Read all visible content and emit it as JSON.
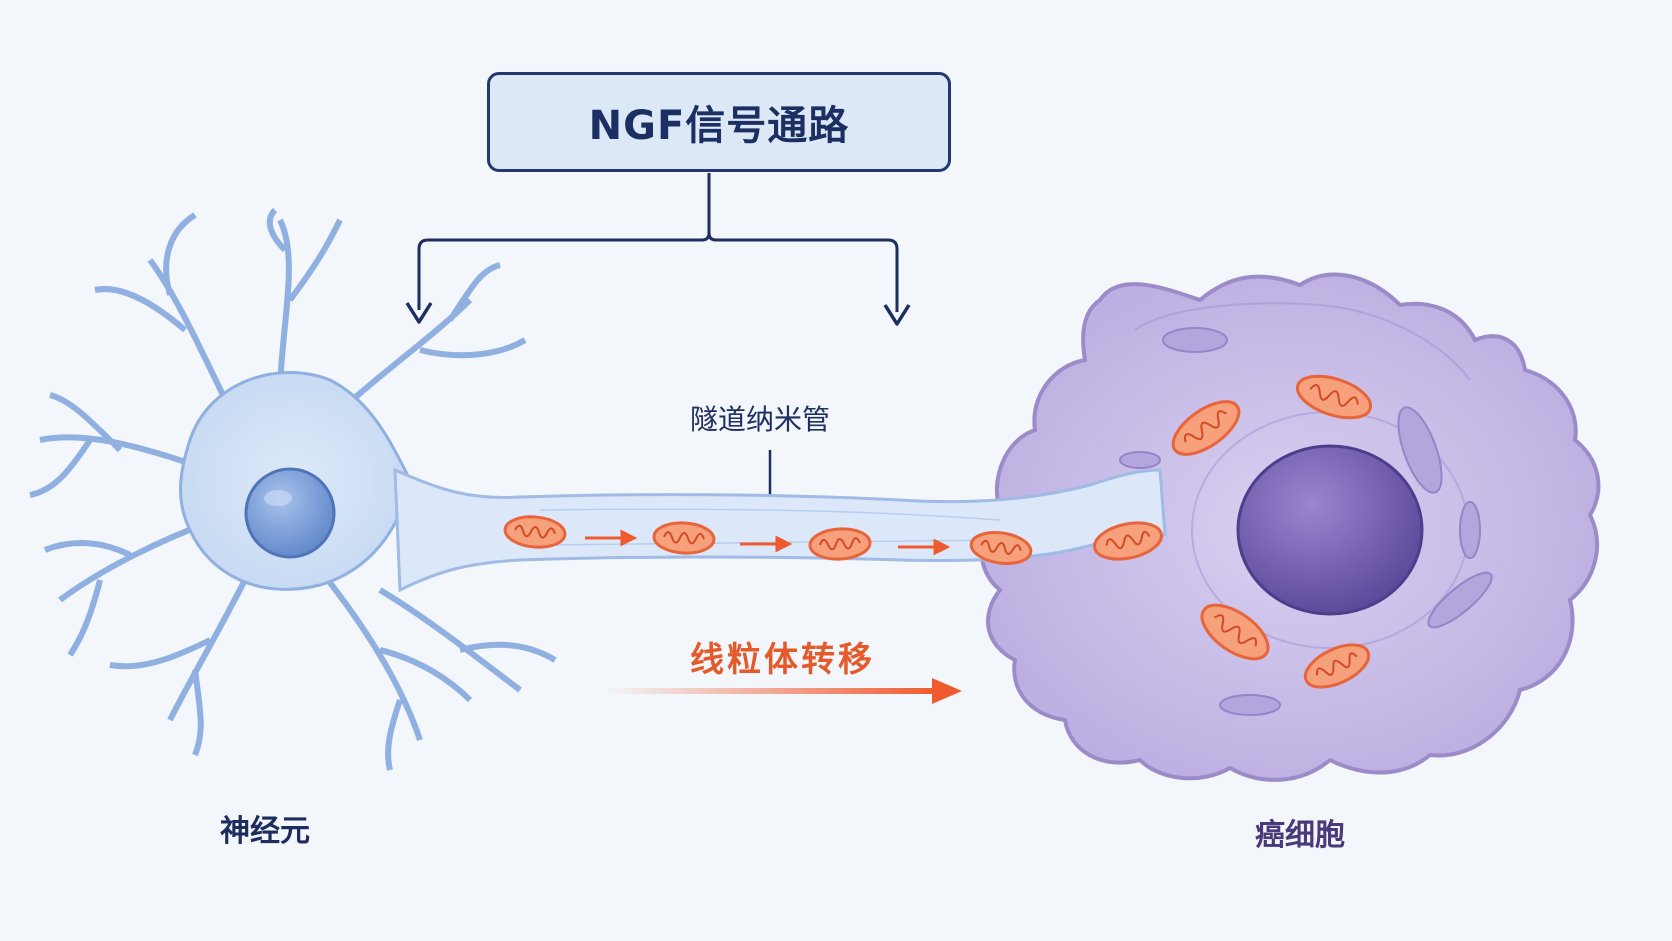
{
  "pathway": {
    "title": "NGF信号通路"
  },
  "labels": {
    "tunnel": "隧道纳米管",
    "transfer": "线粒体转移",
    "neuron": "神经元",
    "cancer": "癌细胞"
  },
  "colors": {
    "background": "#f3f6fb",
    "title_border": "#22396f",
    "title_fill": "#dde8f7",
    "neuron_fill": "#c8daf3",
    "neuron_outline": "#8fb0e0",
    "nucleus_neuron": "#7a9fd8",
    "cancer_fill": "#c7bde6",
    "cancer_outline": "#9b8cc9",
    "cancer_nucleus": "#6a56a6",
    "mitochondria": "#e8643a",
    "mitochondria_fill": "#f7a07c",
    "arrow_transfer": "#ef5b2e",
    "connector": "#1d2f60"
  },
  "icons": [
    "mitochondrion-icon",
    "arrow-down-icon",
    "arrow-right-icon"
  ]
}
